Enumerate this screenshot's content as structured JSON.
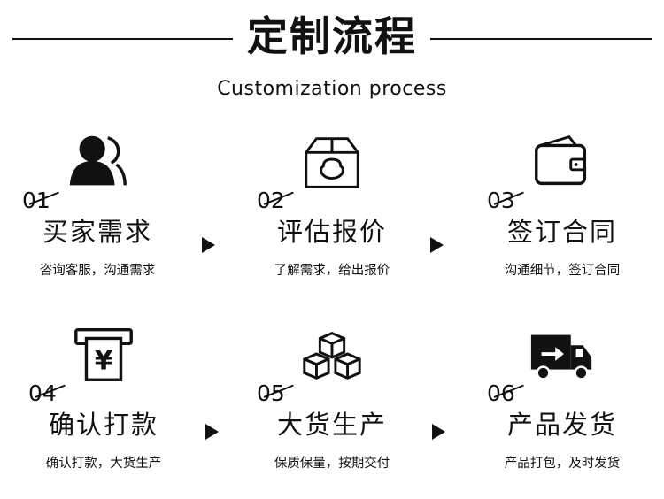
{
  "header": {
    "title": "定制流程",
    "subtitle": "Customization process"
  },
  "steps": [
    {
      "number": "01",
      "title": "买家需求",
      "description": "咨询客服，沟通需求",
      "icon": "customer-service-icon"
    },
    {
      "number": "02",
      "title": "评估报价",
      "description": "了解需求，给出报价",
      "icon": "box-icon"
    },
    {
      "number": "03",
      "title": "签订合同",
      "description": "沟通细节，签订合同",
      "icon": "wallet-icon"
    },
    {
      "number": "04",
      "title": "确认打款",
      "description": "确认打款，大货生产",
      "icon": "payment-receipt-icon"
    },
    {
      "number": "05",
      "title": "大货生产",
      "description": "保质保量，按期交付",
      "icon": "stacked-boxes-icon"
    },
    {
      "number": "06",
      "title": "产品发货",
      "description": "产品打包，及时发货",
      "icon": "delivery-truck-icon"
    }
  ]
}
